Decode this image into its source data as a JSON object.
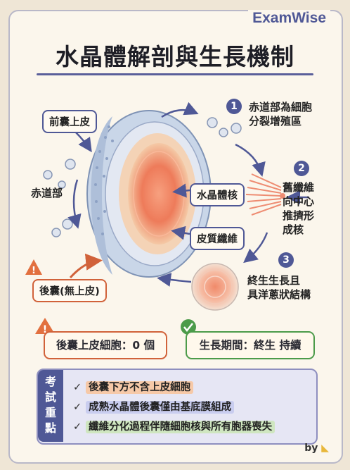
{
  "brand": "ExamWise",
  "title": "水晶體解剖與生長機制",
  "labels": {
    "anterior_epithelium": "前囊上皮",
    "equator": "赤道部",
    "posterior_capsule": "後囊(無上皮)",
    "lens_nucleus": "水晶體核",
    "cortical_fiber": "皮質纖維"
  },
  "steps": [
    {
      "number": "1",
      "text_line1": "赤道部為細胞",
      "text_line2": "分裂增殖區"
    },
    {
      "number": "2",
      "text_line1": "舊纖維",
      "text_line2": "向中心",
      "text_line3": "推擠形",
      "text_line4": "成核"
    },
    {
      "number": "3",
      "text_line1": "終生生長且",
      "text_line2": "具洋蔥狀結構"
    }
  ],
  "facts": {
    "posterior_cells": "後囊上皮細胞：0 個",
    "growth_period": "生長期間：終生 持續"
  },
  "exam": {
    "tag": [
      "考",
      "試",
      "重",
      "點"
    ],
    "points": [
      "後囊下方不含上皮細胞",
      "成熟水晶體後囊僅由基底膜組成",
      "纖維分化過程伴隨細胞核與所有胞器喪失"
    ]
  },
  "footer": "by",
  "colors": {
    "accent": "#4f5896",
    "warning": "#d1623a",
    "ok": "#4c9b4a"
  },
  "icons": [
    "warning-icon",
    "check-icon",
    "arrow-icon",
    "lens-illustration",
    "cell-icon"
  ]
}
